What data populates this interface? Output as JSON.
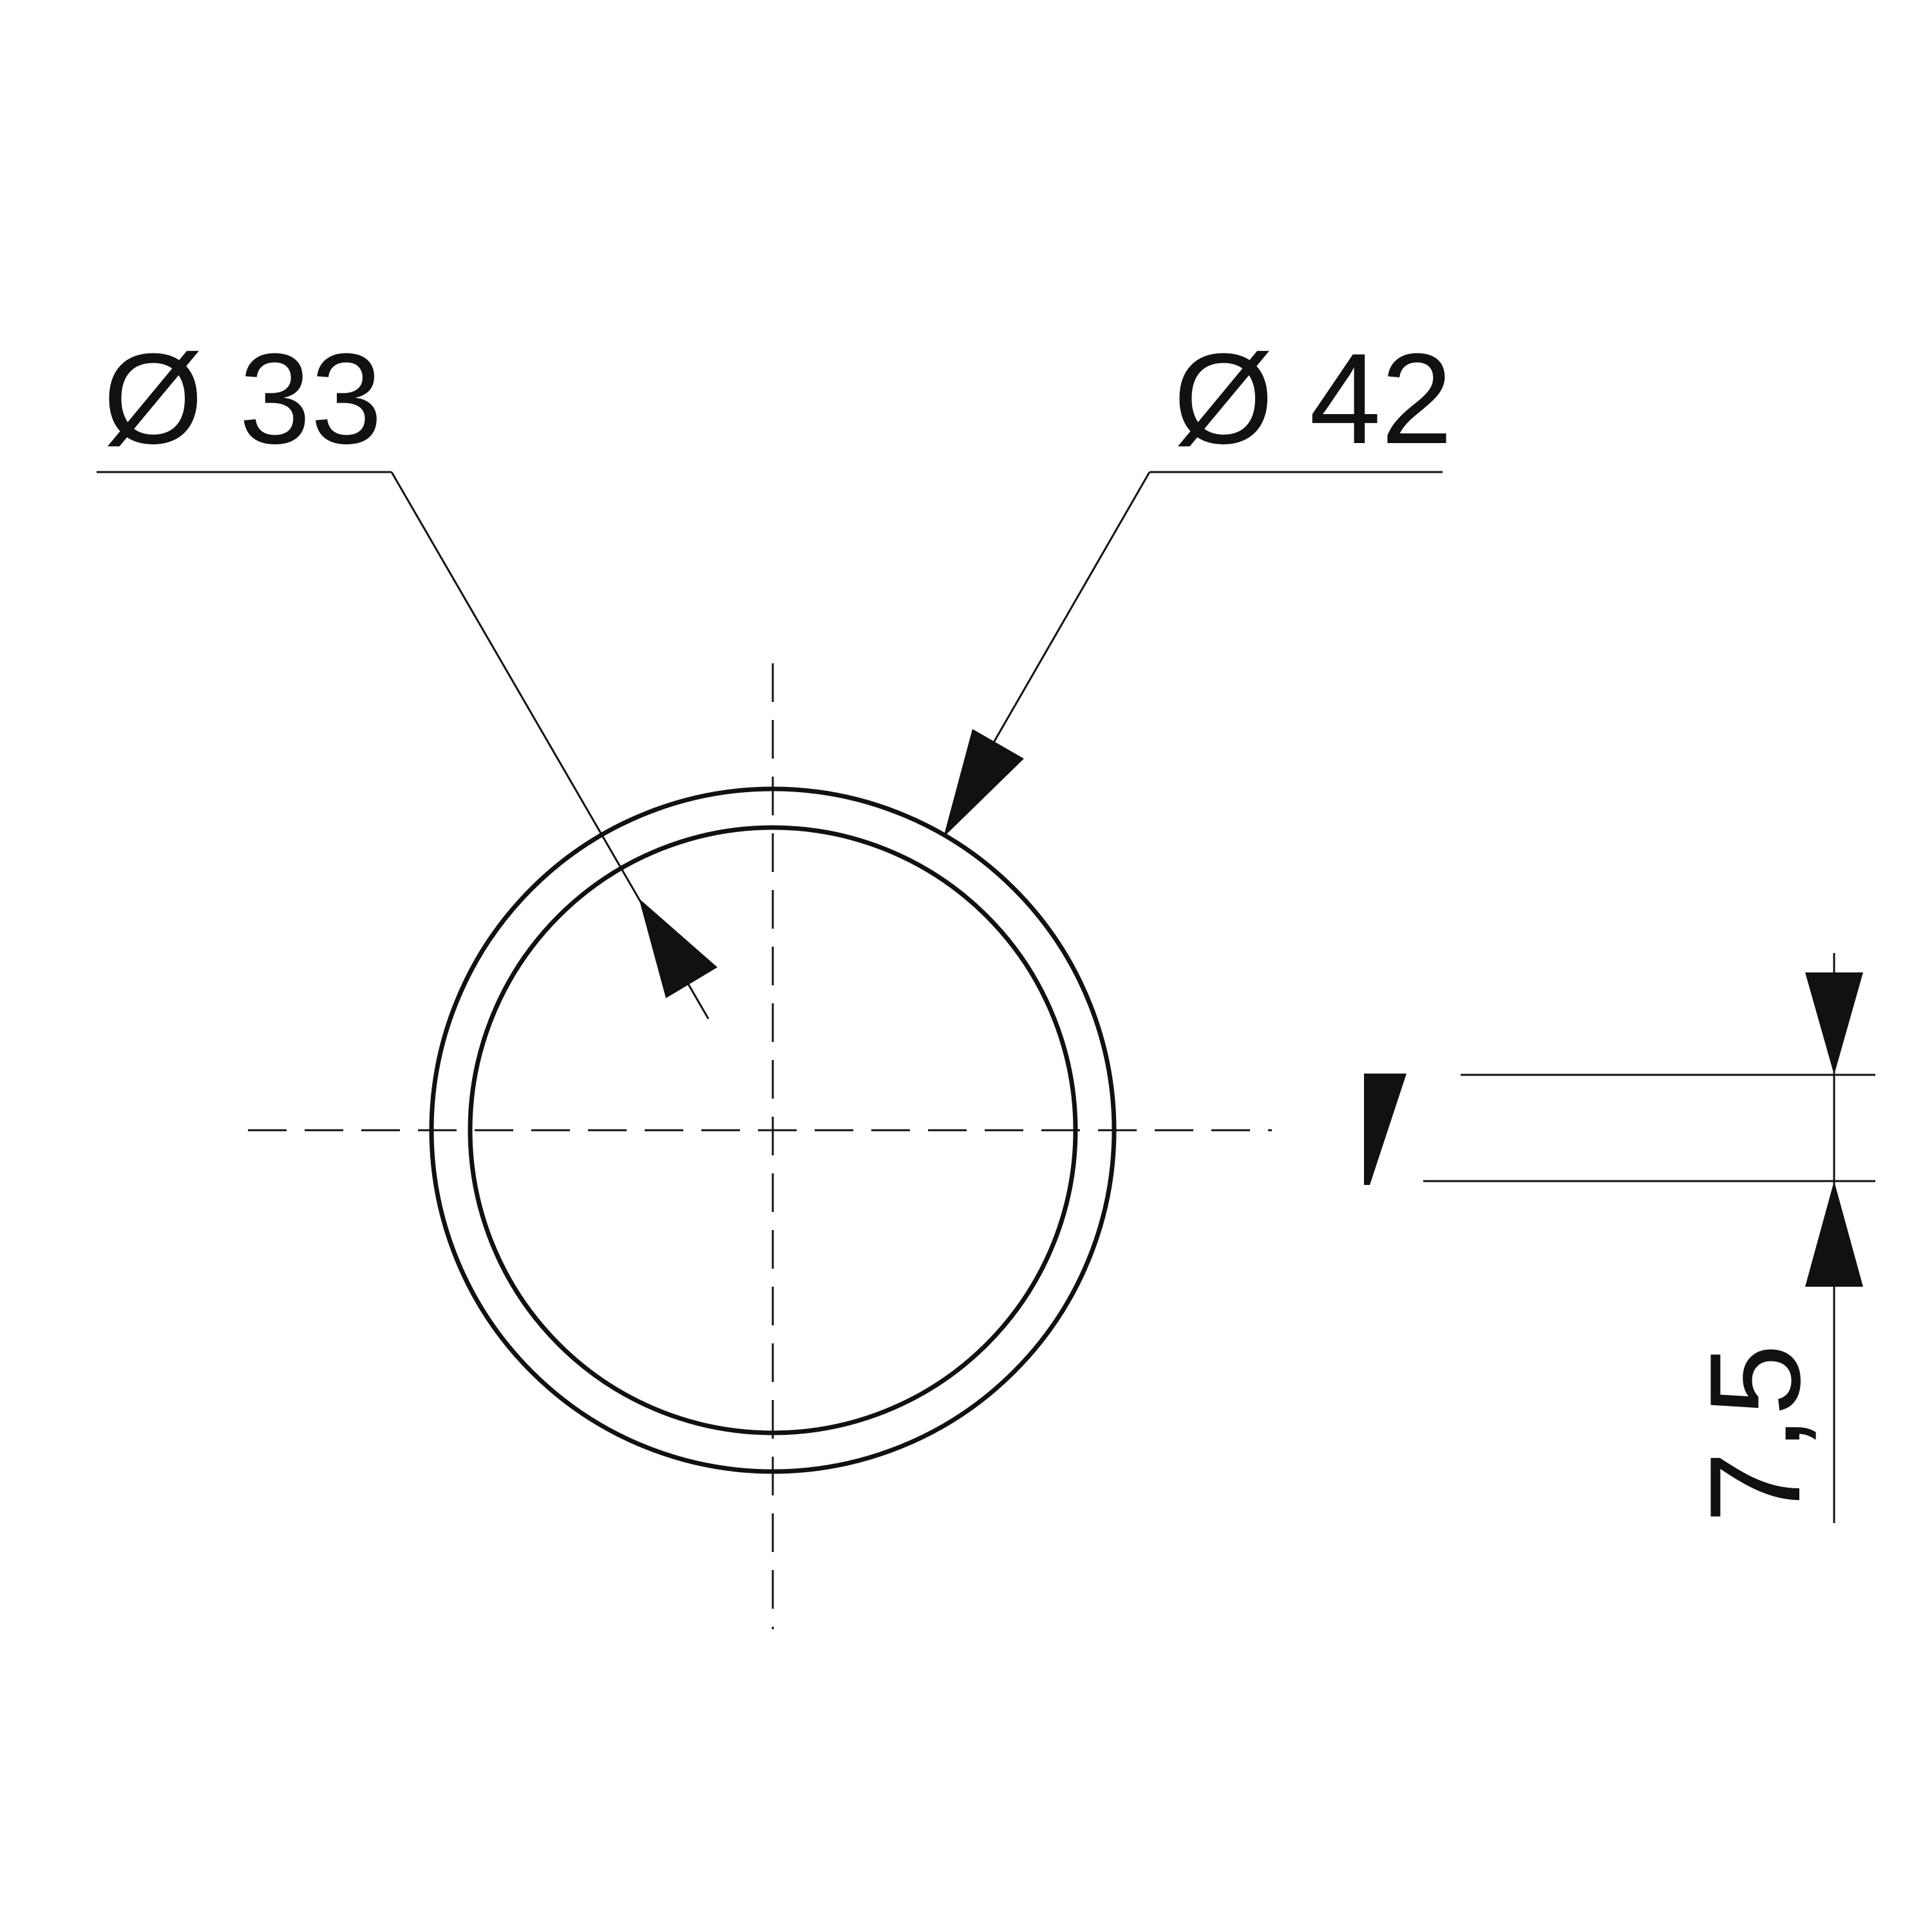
{
  "labels": {
    "inner_diameter": "Ø 33",
    "outer_diameter": "Ø 42",
    "thickness": "7,5"
  },
  "colors": {
    "line": "#111111",
    "background": "#ffffff"
  }
}
